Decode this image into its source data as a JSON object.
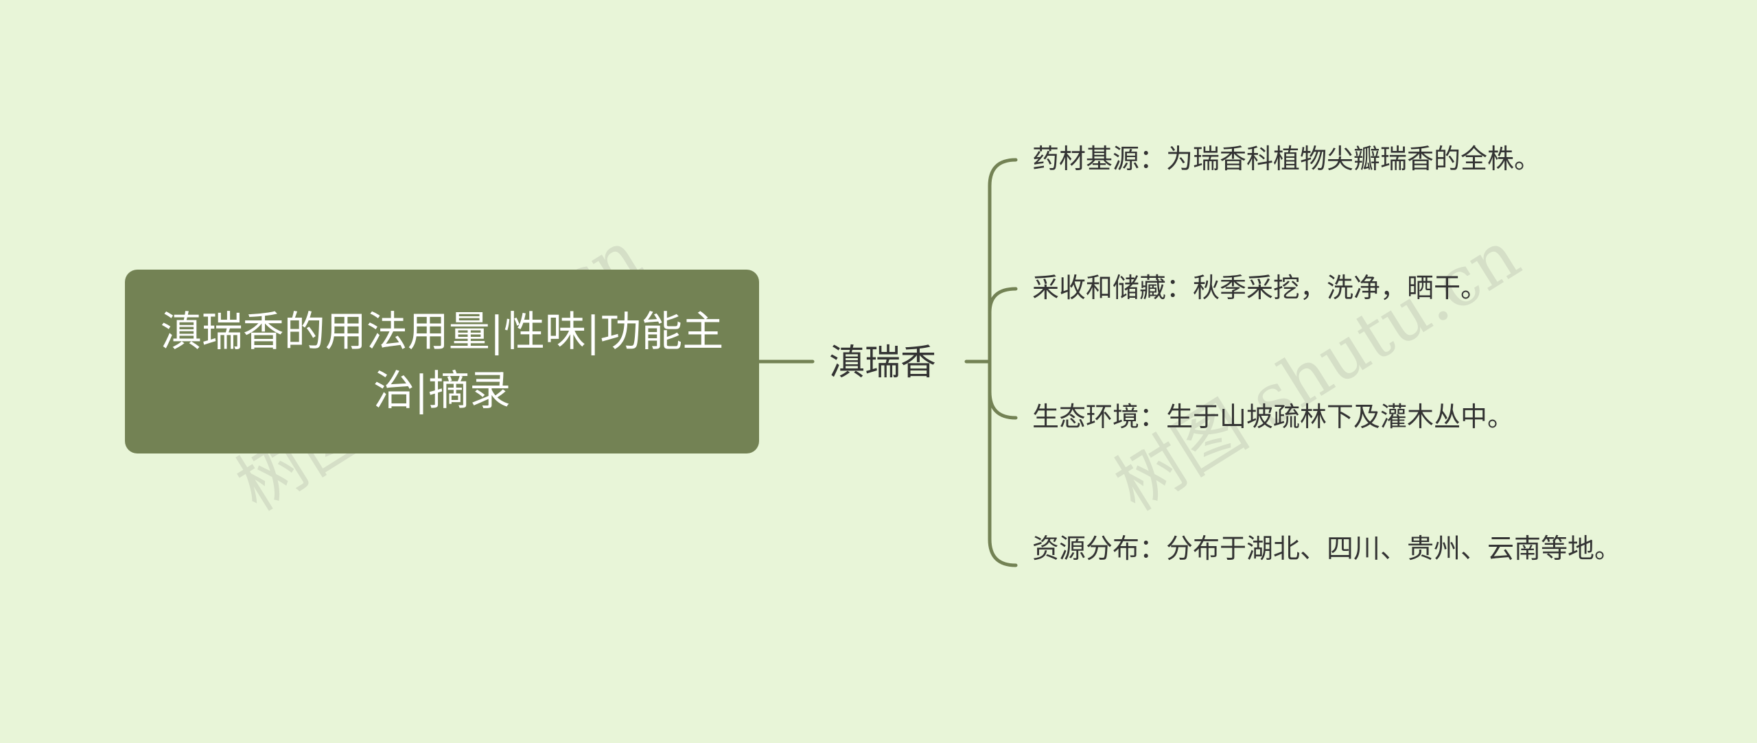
{
  "root": {
    "title": "滇瑞香的用法用量|性味|功能主治|摘录"
  },
  "branch": {
    "label": "滇瑞香"
  },
  "leaves": [
    {
      "text": "药材基源：为瑞香科植物尖瓣瑞香的全株。"
    },
    {
      "text": "采收和储藏：秋季采挖，洗净，晒干。"
    },
    {
      "text": "生态环境：生于山坡疏林下及灌木丛中。"
    },
    {
      "text": "资源分布：分布于湖北、四川、贵州、云南等地。"
    }
  ],
  "watermarks": [
    "树图 shutu.cn",
    "树图 shutu.cn"
  ],
  "colors": {
    "background": "#e8f5d8",
    "root_fill": "#738254",
    "line": "#738254",
    "text": "#333333"
  }
}
